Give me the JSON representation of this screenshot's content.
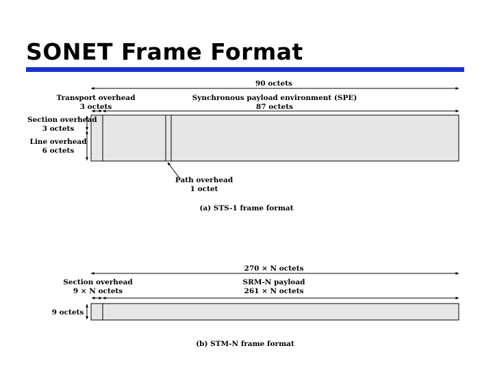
{
  "title": "SONET Frame Format",
  "colors": {
    "title_rule": "#1a33cc",
    "frame_fill": "#e6e6e6",
    "stroke": "#000000"
  },
  "sts1": {
    "total_label": "90 octets",
    "transport_label": "Transport overhead",
    "transport_octets": "3 octets",
    "spe_label": "Synchronous payload environment (SPE)",
    "spe_octets": "87 octets",
    "section_label": "Section overhead",
    "section_octets": "3 octets",
    "line_label": "Line overhead",
    "line_octets": "6 octets",
    "path_label": "Path overhead",
    "path_octets": "1 octet",
    "caption": "(a) STS-1 frame format"
  },
  "stmn": {
    "total_label": "270 × N octets",
    "section_label": "Section overhead",
    "section_octets": "9 × N octets",
    "payload_label": "SRM-N payload",
    "payload_octets": "261 × N octets",
    "rows_label": "9 octets",
    "caption": "(b) STM-N frame format"
  }
}
